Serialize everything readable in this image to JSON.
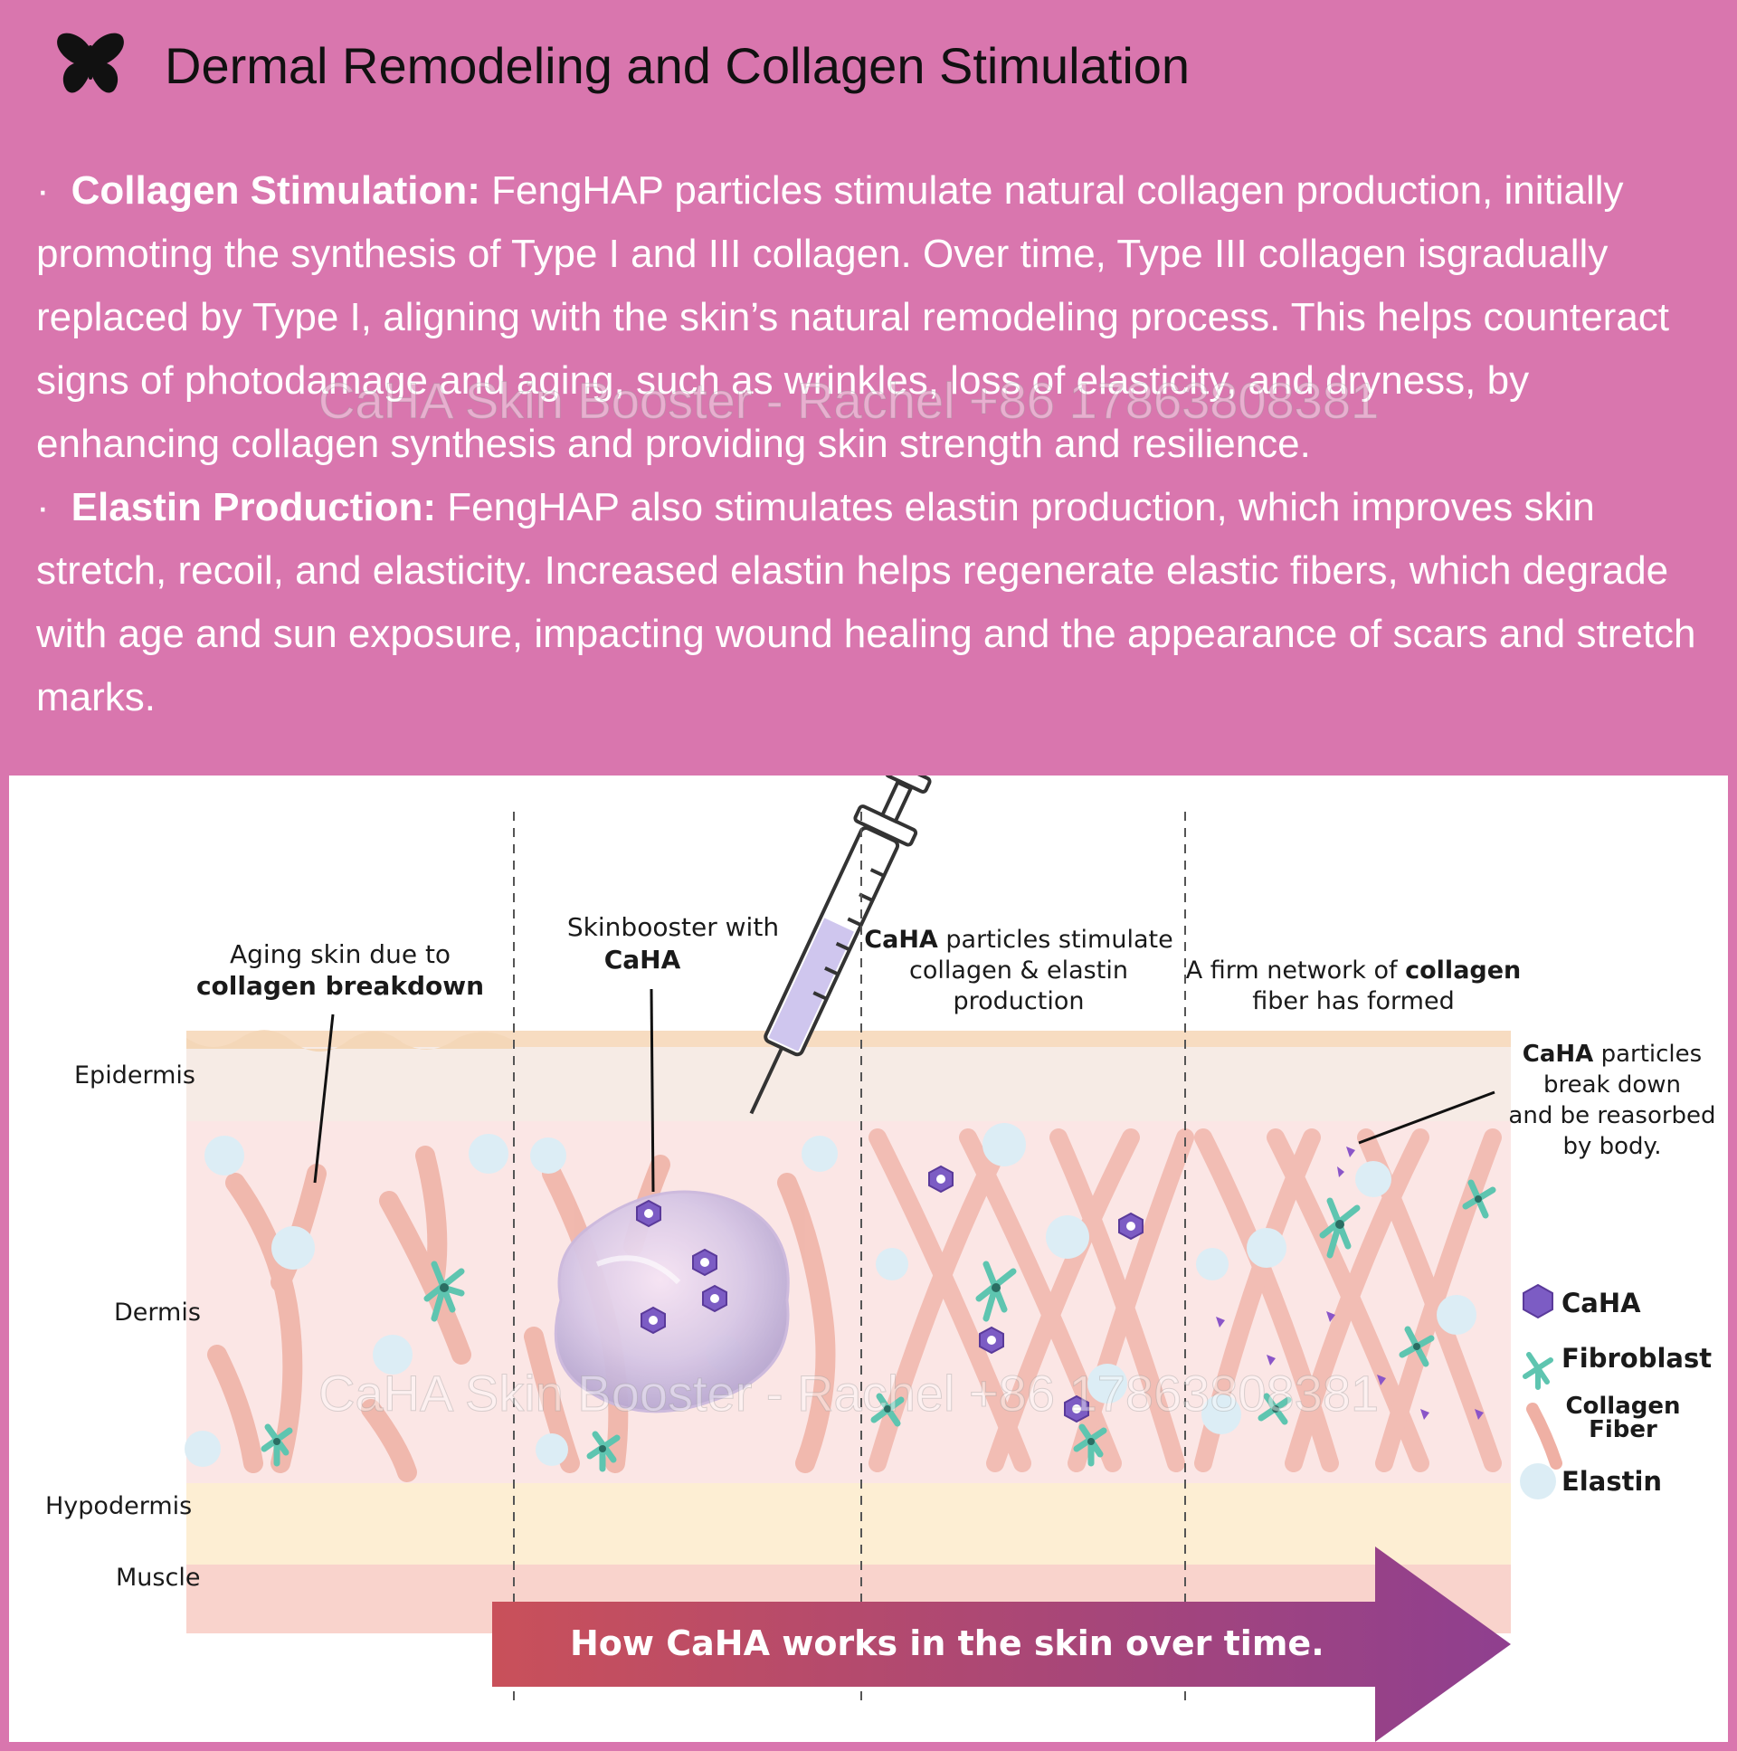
{
  "header": {
    "title": "Dermal Remodeling and Collagen Stimulation",
    "logo_icon": "butterfly-icon"
  },
  "paragraphs": [
    {
      "bullet": "·",
      "heading": "Collagen Stimulation:",
      "text": "FengHAP particles stimulate natural collagen production, initially promoting the synthesis of Type I and III collagen. Over time, Type III collagen isgradually replaced by Type I, aligning with the skin’s natural remodeling process. This helps counteract signs of photodamage and aging, such as wrinkles, loss of elasticity, and dryness, by enhancing collagen synthesis and providing skin strength and resilience."
    },
    {
      "bullet": "·",
      "heading": "Elastin Production:",
      "text": "FengHAP also stimulates elastin production, which improves skin stretch, recoil, and elasticity. Increased elastin helps regenerate elastic fibers, which degrade with age and sun exposure, impacting wound healing and the appearance of scars and stretch marks."
    }
  ],
  "watermark": "CaHA Skin Booster - Rachel +86 17863808381",
  "diagram": {
    "layers": {
      "epidermis": "Epidermis",
      "dermis": "Dermis",
      "hypodermis": "Hypodermis",
      "muscle": "Muscle"
    },
    "stage1": {
      "line1": "Aging skin due to",
      "line2": "collagen breakdown"
    },
    "stage2": {
      "line1": "Skinbooster with",
      "line2": "CaHA"
    },
    "stage3": {
      "bold": "CaHA",
      "line1_rest": " particles stimulate",
      "line2": "collagen & elastin",
      "line3": "production"
    },
    "stage4": {
      "line1_start": "A firm network of ",
      "line1_bold": "collagen",
      "line2": "fiber has formed"
    },
    "note": {
      "bold": "CaHA",
      "line1_rest": " particles",
      "line2": "break down",
      "line3": "and be reasorbed",
      "line4": "by body."
    },
    "legend": {
      "caha": "CaHA",
      "fibroblast": "Fibroblast",
      "collagen_line1": "Collagen",
      "collagen_line2": "Fiber",
      "elastin": "Elastin"
    },
    "arrow_label": "How CaHA works in the skin over time.",
    "colors": {
      "page_bg": "#d976ae",
      "epidermis": "#f5e8df",
      "dermis": "#fbe7e6",
      "hypodermis": "#fdeed3",
      "muscle": "#f9d3cc",
      "collagen": "#efb0a4",
      "elastin": "#dff0f7",
      "fibroblast": "#5ec5b0",
      "arrow_start": "#c9505a",
      "arrow_end": "#8f3f8f"
    }
  }
}
